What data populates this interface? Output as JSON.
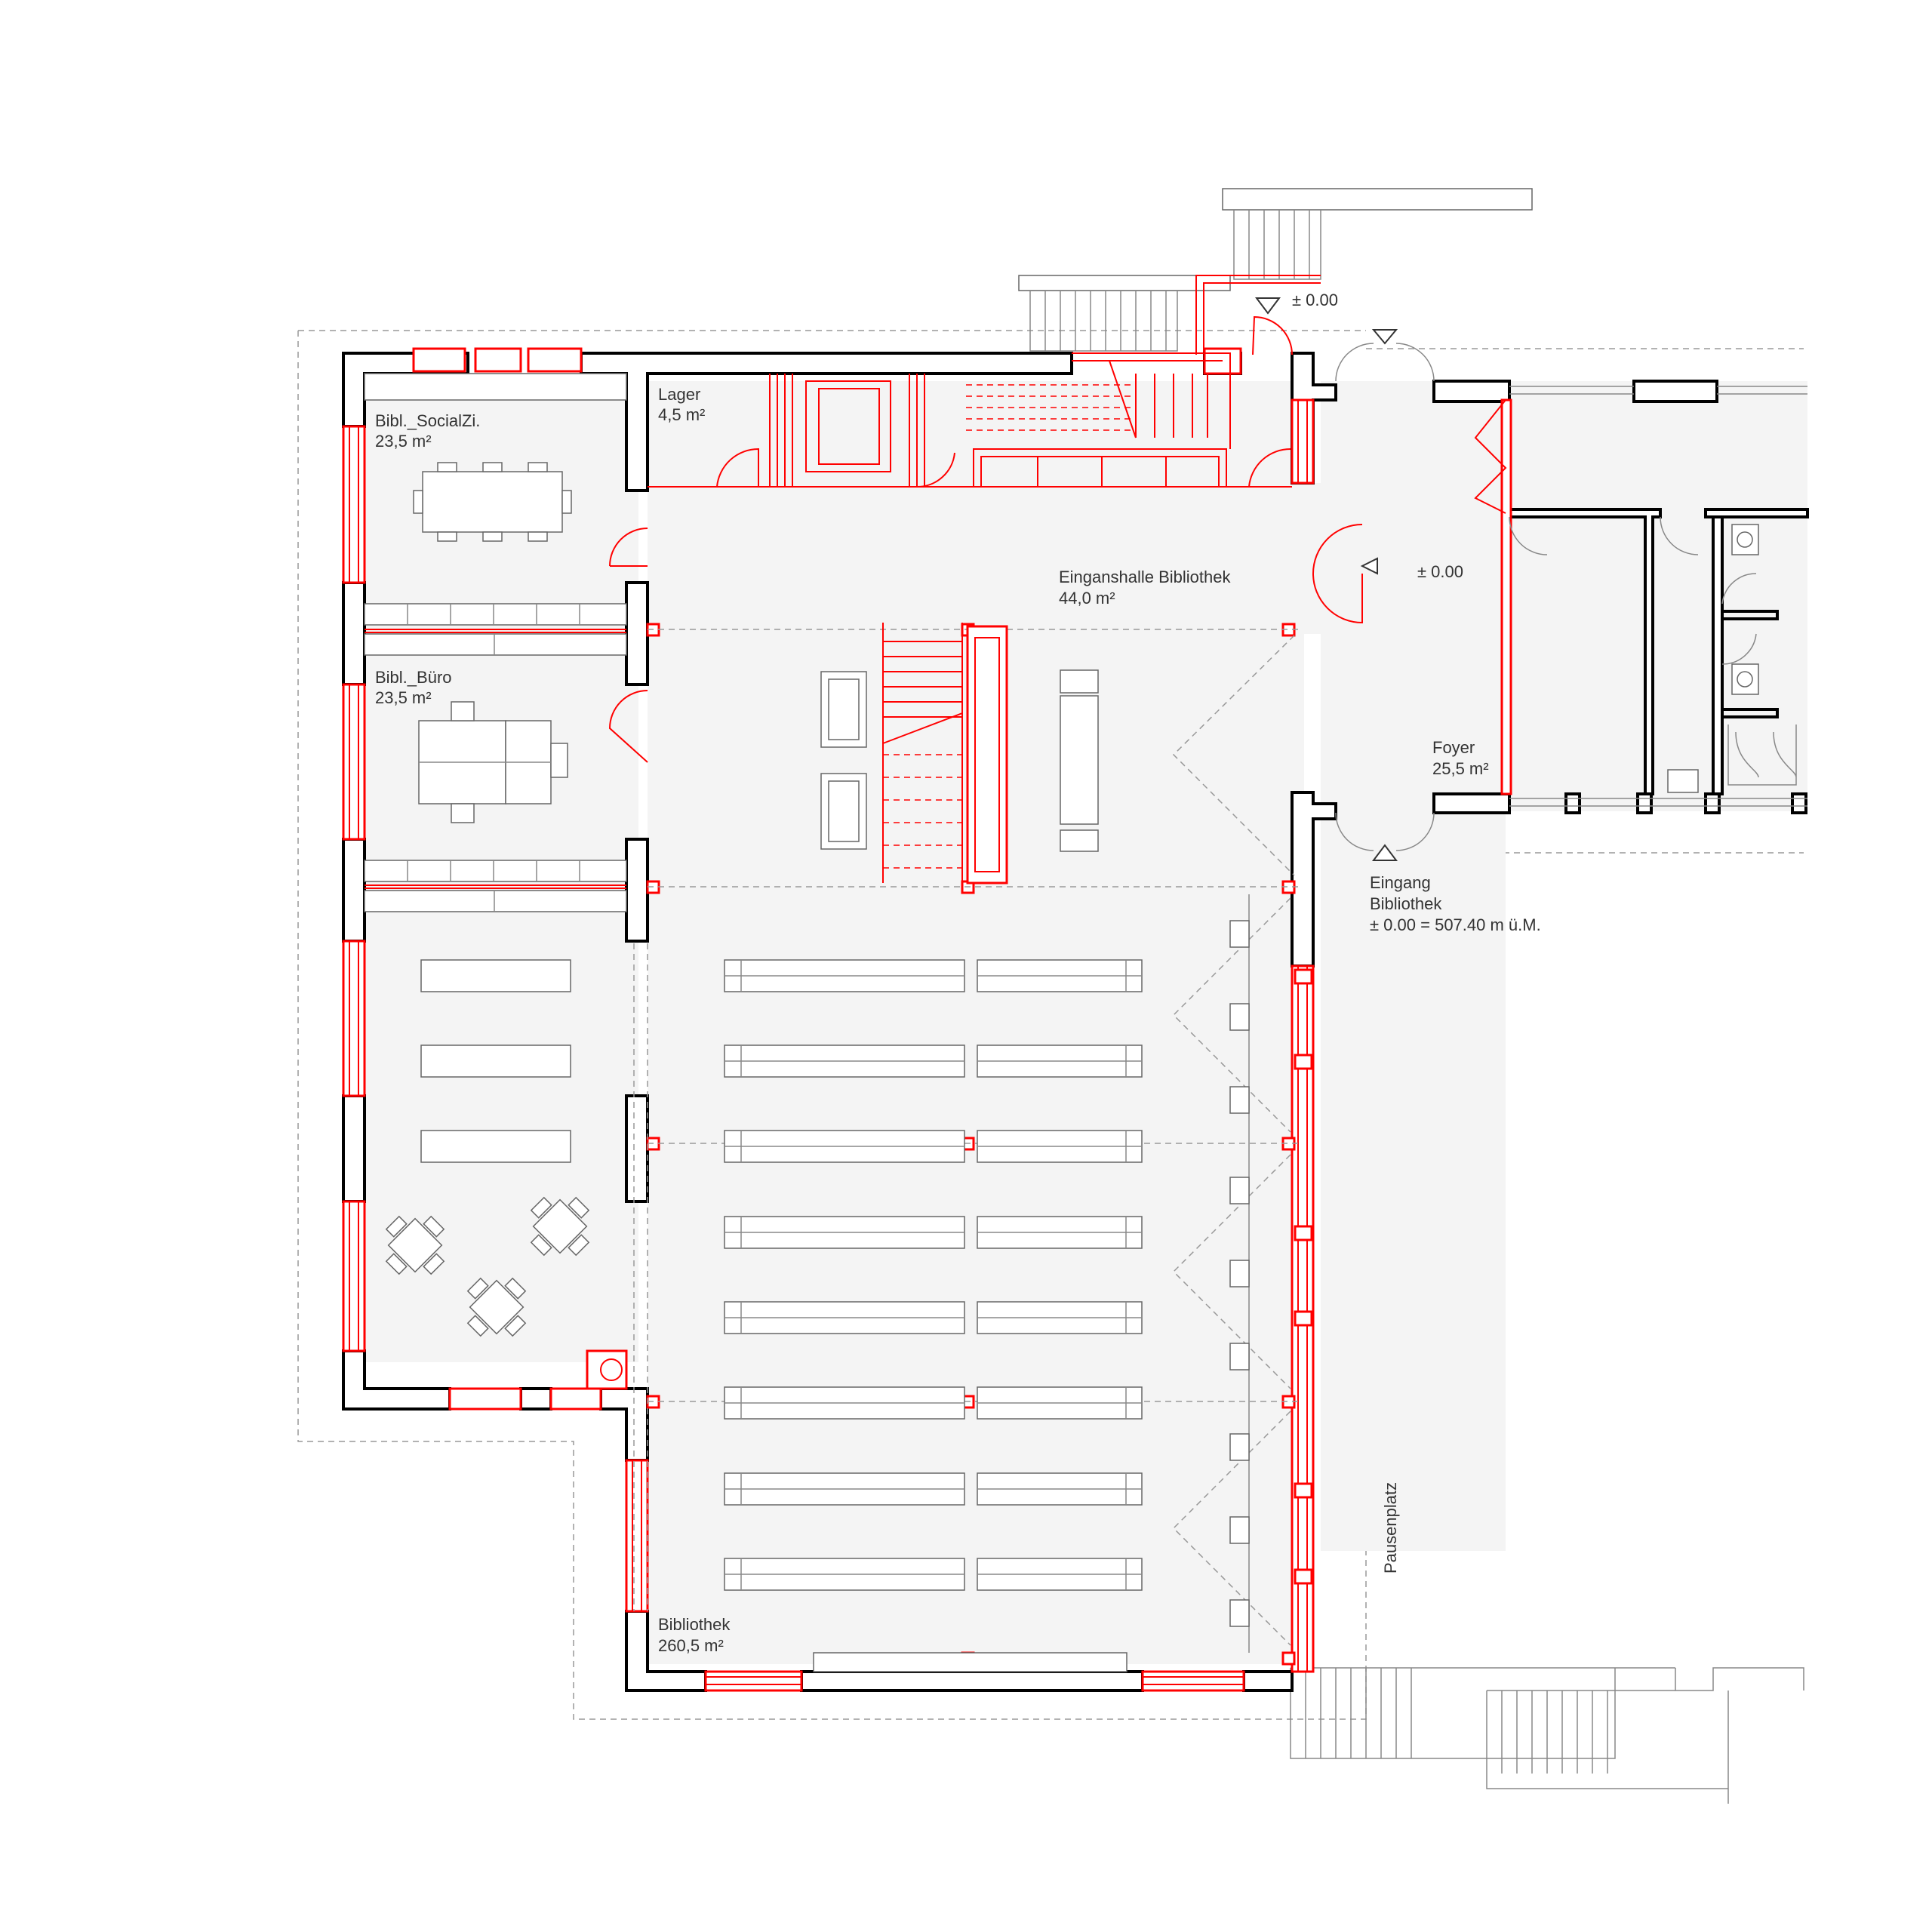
{
  "rooms": {
    "social": {
      "name": "Bibl._SocialZi.",
      "area": "23,5 m²"
    },
    "lager": {
      "name": "Lager",
      "area": "4,5 m²"
    },
    "buero": {
      "name": "Bibl._Büro",
      "area": "23,5 m²"
    },
    "halle": {
      "name": "Einganshalle Bibliothek",
      "area": "44,0 m²"
    },
    "foyer": {
      "name": "Foyer",
      "area": "25,5 m²"
    },
    "bibliothek": {
      "name": "Bibliothek",
      "area": "260,5 m²"
    }
  },
  "levels": {
    "top": "± 0.00",
    "foyer": "± 0.00"
  },
  "entrance": {
    "line1": "Eingang",
    "line2": "Bibliothek",
    "line3": "± 0.00 = 507.40 m ü.M."
  },
  "outdoor": {
    "pausenplatz": "Pausenplatz"
  },
  "colors": {
    "new_construction": "#ff0000",
    "existing_walls": "#000000",
    "floor": "#f4f4f4"
  }
}
